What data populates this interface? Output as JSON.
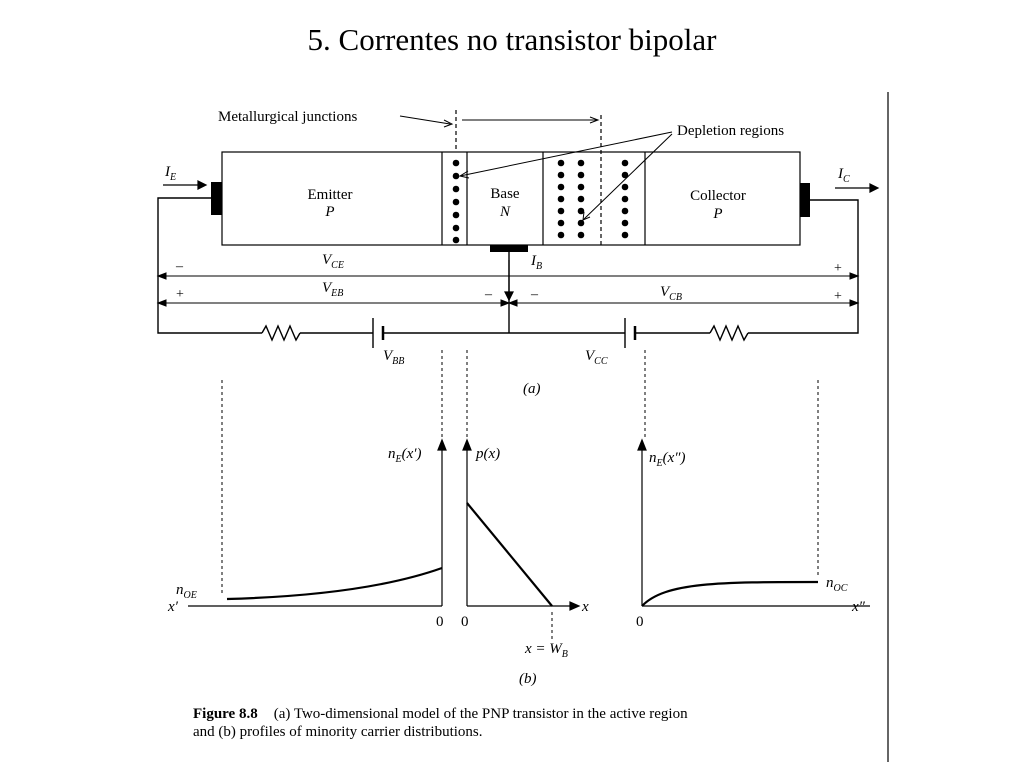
{
  "slide": {
    "title": "5. Correntes no transistor bipolar"
  },
  "diagram_a": {
    "label_metallurgical": "Metallurgical junctions",
    "label_depletion": "Depletion regions",
    "emitter": {
      "name": "Emitter",
      "type": "P"
    },
    "base": {
      "name": "Base",
      "type": "N"
    },
    "collector": {
      "name": "Collector",
      "type": "P"
    },
    "current_emitter": {
      "main": "I",
      "sub": "E"
    },
    "current_collector": {
      "main": "I",
      "sub": "C"
    },
    "current_base": {
      "main": "I",
      "sub": "B"
    },
    "v_ce": {
      "main": "V",
      "sub": "CE"
    },
    "v_eb": {
      "main": "V",
      "sub": "EB"
    },
    "v_cb": {
      "main": "V",
      "sub": "CB"
    },
    "v_bb": {
      "main": "V",
      "sub": "BB"
    },
    "v_cc": {
      "main": "V",
      "sub": "CC"
    },
    "minus": "–",
    "plus": "+",
    "sublabel": "(a)"
  },
  "diagram_b": {
    "left": {
      "ylabel_main": "n",
      "ylabel_sub": "E",
      "ylabel_arg": "(x′)",
      "xlabel": "x′",
      "level_main": "n",
      "level_sub": "OE",
      "origin": "0"
    },
    "middle": {
      "ylabel": "p(x)",
      "xlabel": "x",
      "origin": "0",
      "wb_main": "x = W",
      "wb_sub": "B"
    },
    "right": {
      "ylabel_main": "n",
      "ylabel_sub": "E",
      "ylabel_arg": "(x″)",
      "xlabel": "x″",
      "level_main": "n",
      "level_sub": "OC",
      "origin": "0"
    },
    "sublabel": "(b)"
  },
  "caption": {
    "label": "Figure 8.8",
    "line1": "(a) Two-dimensional model of the PNP transistor in the active region",
    "line2": "and (b) profiles of minority carrier distributions."
  }
}
